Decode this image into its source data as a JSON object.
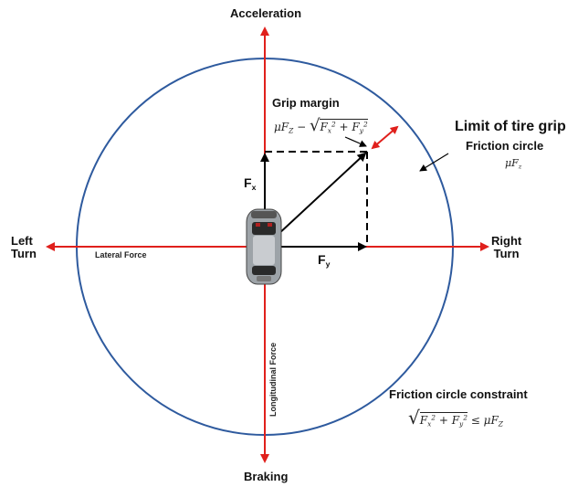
{
  "axes": {
    "top_label": "Acceleration",
    "bottom_label": "Braking",
    "left_label": "Left\nTurn",
    "right_label": "Right\nTurn",
    "lateral_force_label": "Lateral Force",
    "longitudinal_force_label": "Longitudinal Force"
  },
  "vectors": {
    "fx_label": "F",
    "fx_sub": "x",
    "fy_label": "F",
    "fy_sub": "y"
  },
  "grip_margin": {
    "title": "Grip margin",
    "formula_mu_fz": "μF",
    "formula_sub": "Z",
    "formula_minus": " − "
  },
  "limit": {
    "title": "Limit of tire grip",
    "subtitle": "Friction circle",
    "formula": "μF",
    "formula_sub": "z"
  },
  "constraint": {
    "title": "Friction circle constraint",
    "leq": " ≤ μF",
    "leq_sub": "Z"
  },
  "colors": {
    "circle": "#2e5a9e",
    "axis": "#e0201c",
    "margin_arrow": "#e0201c",
    "vector": "#000000"
  }
}
